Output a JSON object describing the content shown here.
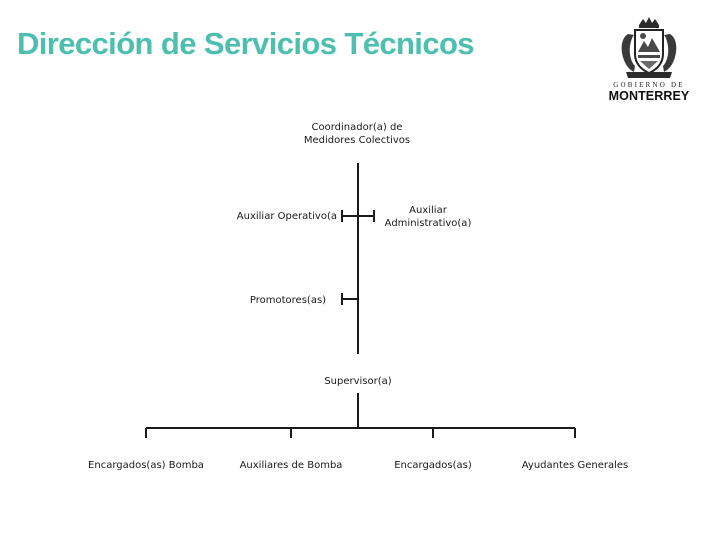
{
  "page": {
    "title": "Dirección de Servicios Técnicos"
  },
  "logo": {
    "line1": "GOBIERNO DE",
    "line2": "MONTERREY"
  },
  "org": {
    "coordinador": {
      "line1": "Coordinador(a) de",
      "line2": "Medidores Colectivos"
    },
    "auxiliar_operativo": "Auxiliar Operativo(a",
    "auxiliar_administrativo": {
      "line1": "Auxiliar",
      "line2": "Administrativo(a)"
    },
    "promotores": "Promotores(as)",
    "supervisor": "Supervisor(a)",
    "subordinates": [
      "Encargados(as) Bomba",
      "Auxiliares de Bomba",
      "Encargados(as)",
      "Ayudantes Generales"
    ]
  },
  "colors": {
    "title": "#4cbfae",
    "lines": "#1a1a1a"
  }
}
